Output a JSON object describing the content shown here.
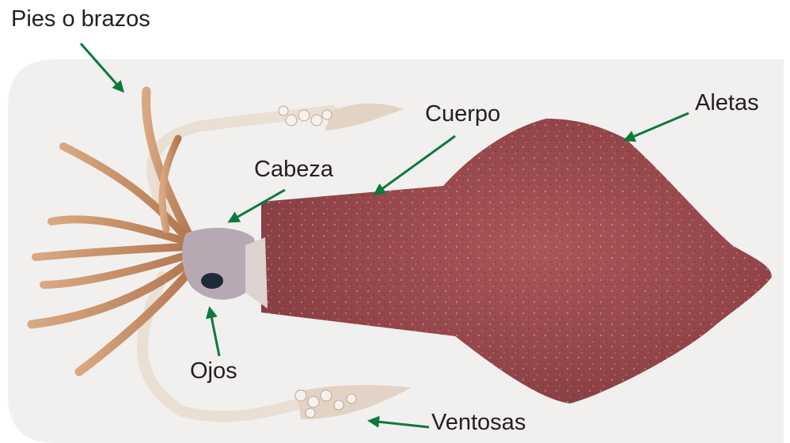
{
  "labels": {
    "pies": "Pies o brazos",
    "cuerpo": "Cuerpo",
    "aletas": "Aletas",
    "cabeza": "Cabeza",
    "ojos": "Ojos",
    "ventosas": "Ventosas"
  },
  "colors": {
    "arrow": "#0b7a3b",
    "text": "#231f20",
    "photo_background": "#f1f0ee",
    "mantle": "#9c4a4a",
    "tentacle": "#e7dccf",
    "arm": "#c78d62"
  }
}
